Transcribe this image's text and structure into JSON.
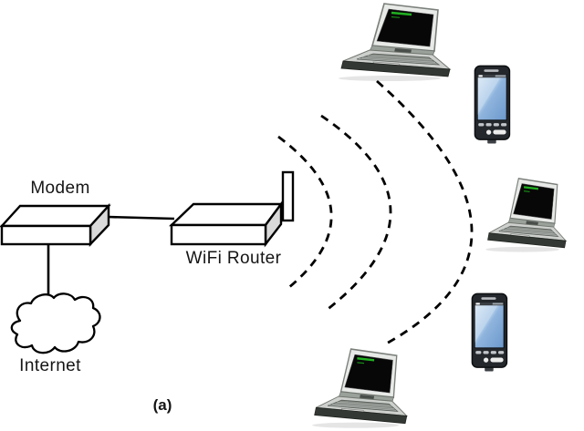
{
  "labels": {
    "modem": "Modem",
    "wifi_router": "WiFi Router",
    "internet": "Internet",
    "caption": "(a)"
  },
  "devices": {
    "laptop_count": 3,
    "smartphone_count": 2,
    "laptop_icon": "laptop-icon",
    "smartphone_icon": "smartphone-icon"
  },
  "waves": {
    "count": 3,
    "style": "dashed",
    "source": "wifi-router-antenna"
  },
  "colors": {
    "background": "#ffffff",
    "line": "#000000",
    "box_face": "#ffffff",
    "box_side": "#d9d9d9",
    "laptop_deck": "#cdd0cd",
    "laptop_screen": "#070707",
    "laptop_screen_text": "#21b021",
    "phone_body": "#24282c",
    "phone_screen_light": "#d6e6f5",
    "phone_screen_dark": "#6b98cc"
  }
}
